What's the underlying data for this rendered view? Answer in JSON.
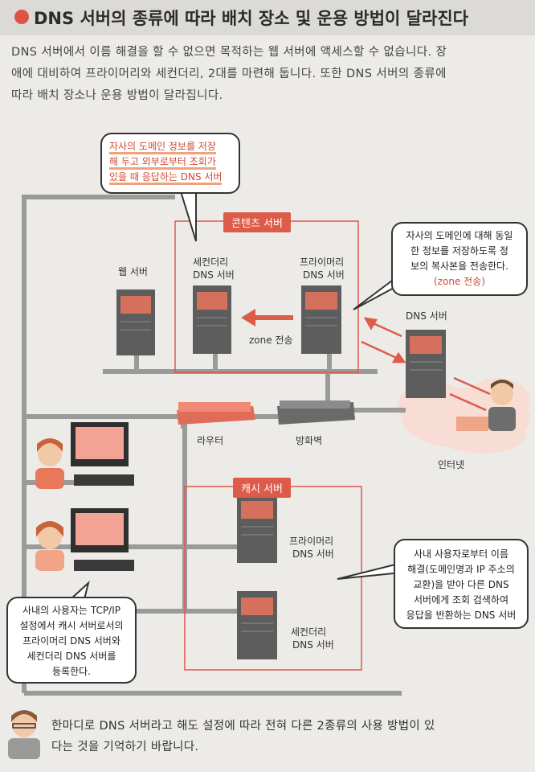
{
  "title": "DNS 서버의 종류에 따라 배치 장소 및 운용 방법이 달라진다",
  "intro_lines": [
    "DNS 서버에서 이름 해결을 할 수 없으면 목적하는 웹 서버에 액세스할 수 없습니다. 장",
    "애에 대비하여 프라이머리와 세컨더리, 2대를 마련해 둡니다. 또한 DNS 서버의 종류에",
    "따라 배치 장소나 운용 방법이 달라집니다."
  ],
  "callout_top": {
    "line1": "자사의 도메인 정보를 저장",
    "line2": "해 두고 외부로부터 조회가",
    "line3": "있을 때 응답하는 DNS 서버"
  },
  "callout_zone": {
    "line1": "자사의 도메인에 대해 동일",
    "line2": "한 정보를 저장하도록 정",
    "line3": "보의 복사본을 전송한다.",
    "line4": "(zone 전송)"
  },
  "callout_cache": {
    "line1": "사내 사용자로부터 이름",
    "line2": "해결(도메인명과 IP 주소의",
    "line3": "교환)을 받아 다른 DNS",
    "line4": "서버에게 조회 검색하여",
    "line5": "응답을 반환하는 DNS 서버"
  },
  "callout_user": {
    "line1": "사내의 사용자는 TCP/IP",
    "line2": "설정에서 캐시 서버로서의",
    "line3": "프라이머리 DNS 서버와",
    "line4": "세컨더리 DNS 서버를",
    "line5": "등록한다."
  },
  "labels": {
    "contents_server": "콘텐츠 서버",
    "cache_server": "캐시 서버",
    "web_server": "웹 서버",
    "secondary_1": "세컨더리",
    "secondary_2": "DNS 서버",
    "primary_1": "프라이머리",
    "primary_2": "DNS 서버",
    "zone_transfer": "zone 전송",
    "dns_server": "DNS 서버",
    "router": "라우터",
    "firewall": "방화벽",
    "internet": "인터넷",
    "cache_primary_1": "프라이머리",
    "cache_primary_2": "DNS 서버",
    "cache_secondary_1": "세컨더리",
    "cache_secondary_2": "DNS 서버"
  },
  "footer_lines": [
    "한마디로 DNS 서버라고 해도 설정에 따라 전혀 다른 2종류의 사용 방법이 있",
    "다는 것을 기억하기 바랍니다."
  ],
  "colors": {
    "accent": "#dd5b49",
    "pipe": "#9a9a9a",
    "background": "#ecebe8"
  }
}
